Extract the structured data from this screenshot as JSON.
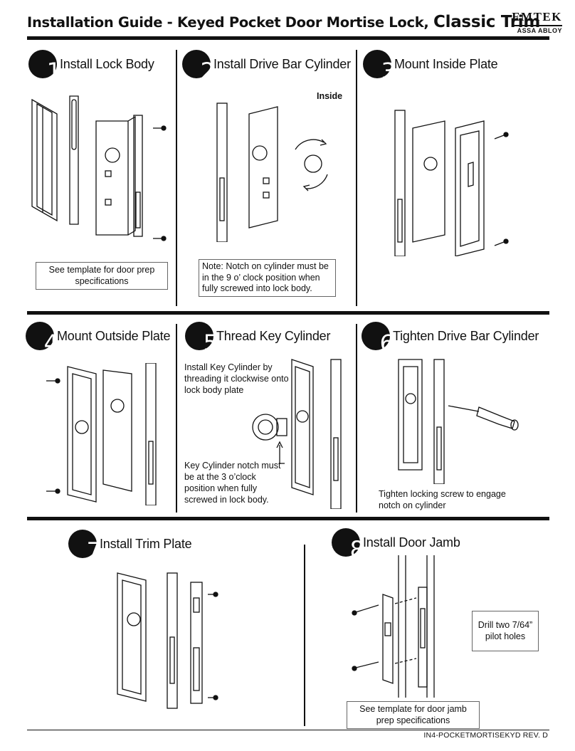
{
  "header": {
    "title_main": "Installation Guide - Keyed Pocket Door Mortise Lock,",
    "title_emph": "Classic Trim",
    "brand": "EMTEK",
    "brand_sub": "ASSA ABLOY"
  },
  "steps": [
    {
      "num": "1",
      "label": "Install Lock Body"
    },
    {
      "num": "2",
      "label": "Install Drive Bar Cylinder"
    },
    {
      "num": "3",
      "label": "Mount Inside Plate"
    },
    {
      "num": "4",
      "label": "Mount Outside Plate"
    },
    {
      "num": "5",
      "label": "Thread Key Cylinder"
    },
    {
      "num": "6",
      "label": "Tighten Drive Bar Cylinder"
    },
    {
      "num": "7",
      "label": "Install Trim Plate"
    },
    {
      "num": "8",
      "label": "Install Door Jamb"
    }
  ],
  "notes": {
    "step1_box": "See template for door prep specifications",
    "step2_inside": "Inside",
    "step2_box": "Note: Notch on cylinder must be in the 9 o’ clock position  when fully screwed  into lock body.",
    "step5_top": "Install Key Cylinder by threading it clockwise onto lock body plate",
    "step5_bottom": "Key Cylinder notch must be at the 3 o’clock position when fully screwed in lock body.",
    "step6_caption": "Tighten locking screw to engage notch on cylinder",
    "step8_drill": "Drill two 7/64” pilot holes",
    "step8_box": "See template for door jamb prep specifications"
  },
  "footer": {
    "doc_code": "IN4-POCKETMORTISEKYD   REV. D"
  }
}
